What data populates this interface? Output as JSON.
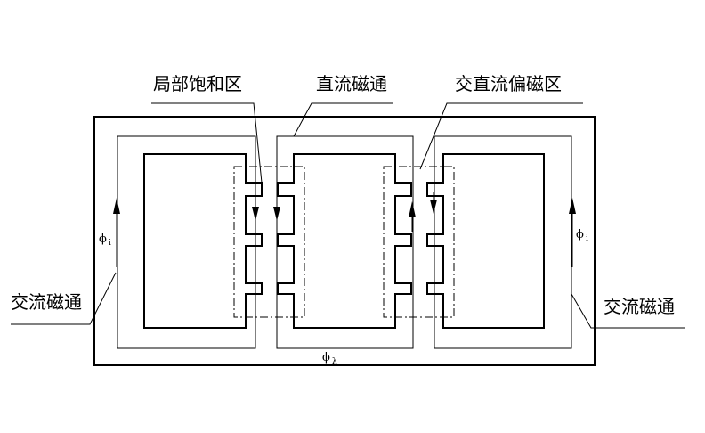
{
  "labels": {
    "local_saturation": "局部饱和区",
    "dc_flux": "直流磁通",
    "ac_dc_bias": "交直流偏磁区",
    "ac_flux_left": "交流磁通",
    "ac_flux_right": "交流磁通"
  },
  "symbols": {
    "phi_left": "ϕ",
    "phi_left_sub": "i",
    "phi_right": "ϕ",
    "phi_right_sub": "i",
    "phi_bottom": "ϕ",
    "phi_bottom_sub": "λ"
  }
}
